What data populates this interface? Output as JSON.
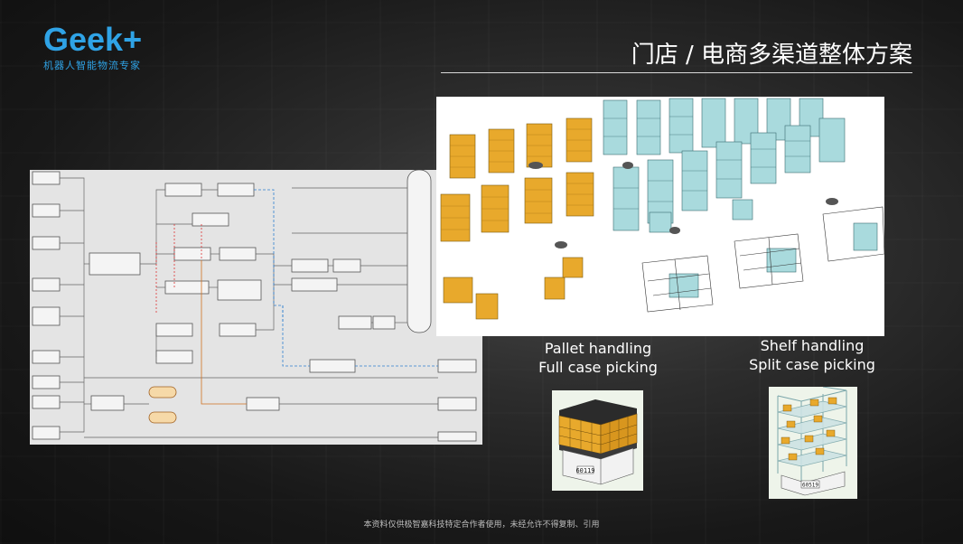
{
  "logo": {
    "word": "Geek",
    "plus": "+",
    "tagline": "机器人智能物流专家"
  },
  "slide": {
    "title": "门店 / 电商多渠道整体方案"
  },
  "captions": {
    "pallet": [
      "Pallet handling",
      "Full case picking"
    ],
    "shelf": [
      "Shelf handling",
      "Split case picking"
    ]
  },
  "robots": {
    "pallet_robot_id": "60119",
    "shelf_robot_id": "60519"
  },
  "footer": {
    "text": "本资料仅供极智嘉科技特定合作者使用，未经允许不得复制、引用"
  },
  "colors": {
    "brand": "#2fa3e6",
    "box": "#e8a92c",
    "shelf": "#8fc9cf"
  }
}
